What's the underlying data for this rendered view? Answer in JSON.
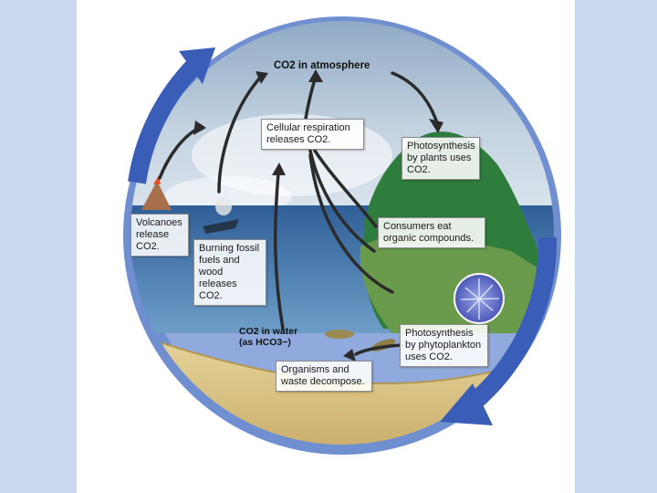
{
  "diagram": {
    "title": "CO2 in atmosphere",
    "labels": {
      "respiration": "Cellular respiration releases CO2.",
      "photosynthesis_plants": "Photosynthesis by plants uses CO2.",
      "consumers": "Consumers eat organic compounds.",
      "volcanoes": "Volcanoes release CO2.",
      "fossil": "Burning fossil fuels and wood releases CO2.",
      "water": "CO2 in water (as HCO3−)",
      "phytoplankton": "Photosynthesis by phytoplankton uses CO2.",
      "decompose": "Organisms and waste decompose."
    }
  },
  "colors": {
    "ring": "#5b7fc6",
    "arrow": "#3554b0",
    "sky": "#9fb7cf",
    "sea": "#3b6fa6",
    "forest": "#2f7d3c",
    "sand": "#e3cf92",
    "side": "#c9d9ef"
  }
}
